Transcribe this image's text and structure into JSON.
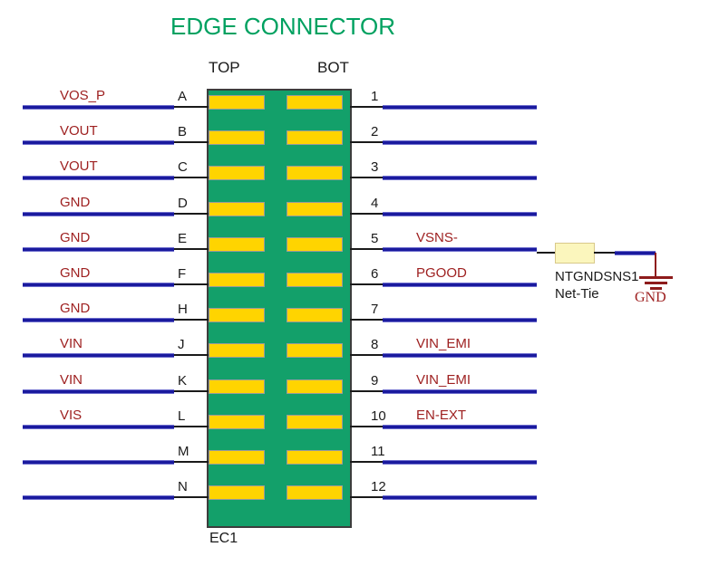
{
  "title": "EDGE CONNECTOR",
  "headers": {
    "top": "TOP",
    "bot": "BOT"
  },
  "connector": {
    "refdes": "EC1",
    "body_color": "#13a06a",
    "pad_color": "#ffd400",
    "row_count": 12
  },
  "colors": {
    "title": "#00a160",
    "net_label": "#9e2020",
    "wire_blue": "#1a1a9e",
    "wire_black": "#1a1a1a",
    "ground": "#8e1b1b",
    "nettie_fill": "#fbf6bd"
  },
  "rows": [
    {
      "left_pin": "A",
      "left_net": "VOS_P",
      "right_pin": "1",
      "right_net": ""
    },
    {
      "left_pin": "B",
      "left_net": "VOUT",
      "right_pin": "2",
      "right_net": ""
    },
    {
      "left_pin": "C",
      "left_net": "VOUT",
      "right_pin": "3",
      "right_net": ""
    },
    {
      "left_pin": "D",
      "left_net": "GND",
      "right_pin": "4",
      "right_net": ""
    },
    {
      "left_pin": "E",
      "left_net": "GND",
      "right_pin": "5",
      "right_net": "VSNS-"
    },
    {
      "left_pin": "F",
      "left_net": "GND",
      "right_pin": "6",
      "right_net": "PGOOD"
    },
    {
      "left_pin": "H",
      "left_net": "GND",
      "right_pin": "7",
      "right_net": ""
    },
    {
      "left_pin": "J",
      "left_net": "VIN",
      "right_pin": "8",
      "right_net": "VIN_EMI"
    },
    {
      "left_pin": "K",
      "left_net": "VIN",
      "right_pin": "9",
      "right_net": "VIN_EMI"
    },
    {
      "left_pin": "L",
      "left_net": "VIS",
      "right_pin": "10",
      "right_net": "EN-EXT"
    },
    {
      "left_pin": "M",
      "left_net": "",
      "right_pin": "11",
      "right_net": ""
    },
    {
      "left_pin": "N",
      "left_net": "",
      "right_pin": "12",
      "right_net": ""
    }
  ],
  "nettie": {
    "refdes": "NTGNDSNS1",
    "type": "Net-Tie",
    "ground_label": "GND"
  }
}
